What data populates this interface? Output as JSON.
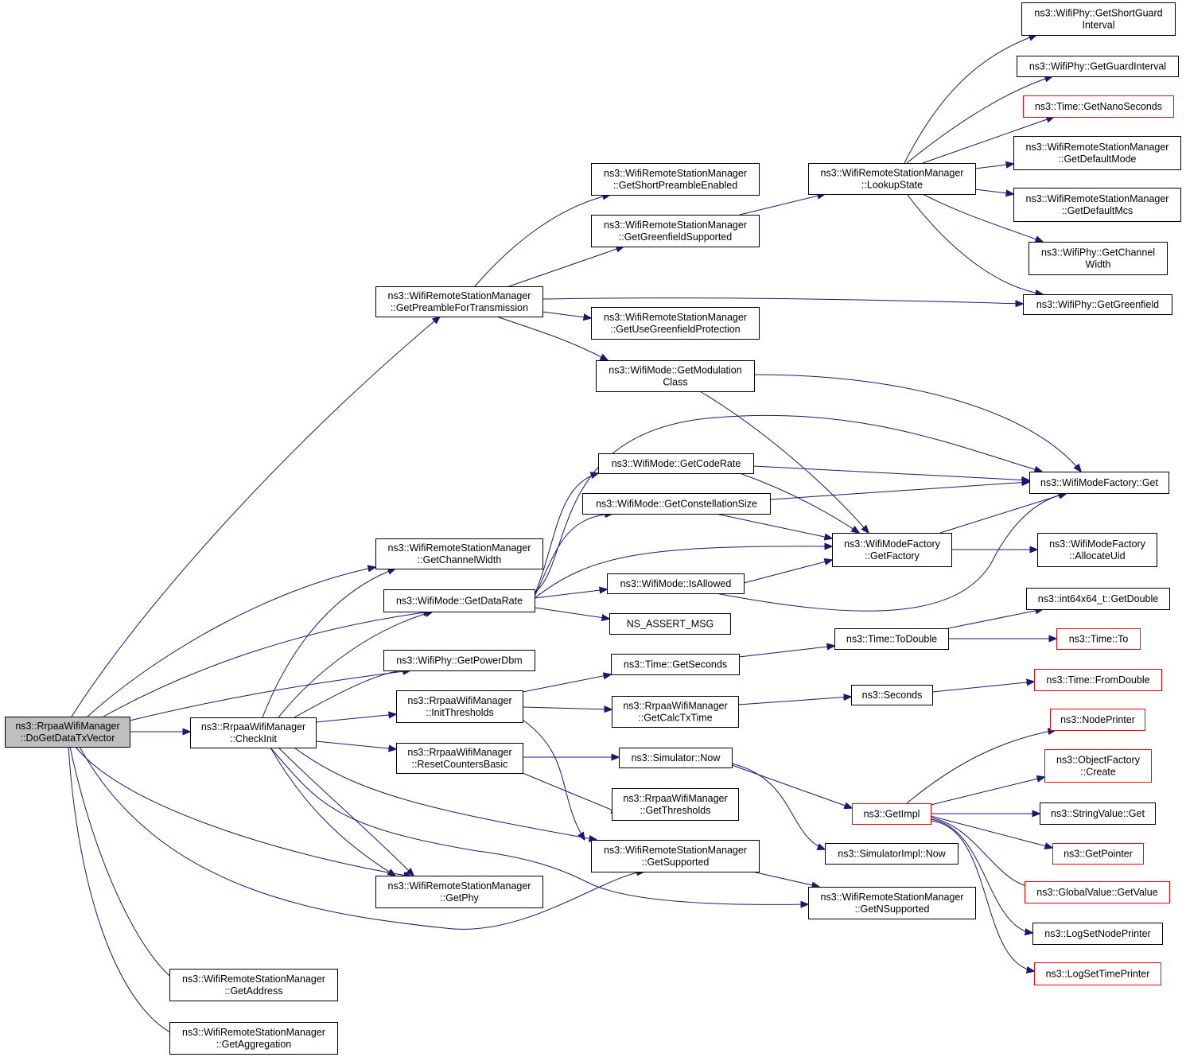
{
  "colors": {
    "edge": "#191970",
    "node_border": "#000000",
    "node_border_truncated": "#ff0000",
    "root_fill": "#bfbfbf",
    "node_fill": "#ffffff"
  },
  "nodes": {
    "root": [
      "ns3::RrpaaWifiManager",
      "::DoGetDataTxVector"
    ],
    "checkInit": [
      "ns3::RrpaaWifiManager",
      "::CheckInit"
    ],
    "getPreamble": [
      "ns3::WifiRemoteStationManager",
      "::GetPreambleForTransmission"
    ],
    "getChannelWidthRSM": [
      "ns3::WifiRemoteStationManager",
      "::GetChannelWidth"
    ],
    "getDataRate": [
      "ns3::WifiMode::GetDataRate"
    ],
    "getPowerDbm": [
      "ns3::WifiPhy::GetPowerDbm"
    ],
    "initThresholds": [
      "ns3::RrpaaWifiManager",
      "::InitThresholds"
    ],
    "resetCounters": [
      "ns3::RrpaaWifiManager",
      "::ResetCountersBasic"
    ],
    "getPhy": [
      "ns3::WifiRemoteStationManager",
      "::GetPhy"
    ],
    "getAddress": [
      "ns3::WifiRemoteStationManager",
      "::GetAddress"
    ],
    "getAggregation": [
      "ns3::WifiRemoteStationManager",
      "::GetAggregation"
    ],
    "getShortPreamble": [
      "ns3::WifiRemoteStationManager",
      "::GetShortPreambleEnabled"
    ],
    "getGreenfieldSupported": [
      "ns3::WifiRemoteStationManager",
      "::GetGreenfieldSupported"
    ],
    "getUseGreenfield": [
      "ns3::WifiRemoteStationManager",
      "::GetUseGreenfieldProtection"
    ],
    "getModulationClass": [
      "ns3::WifiMode::GetModulation",
      "Class"
    ],
    "getCodeRate": [
      "ns3::WifiMode::GetCodeRate"
    ],
    "getConstellation": [
      "ns3::WifiMode::GetConstellationSize"
    ],
    "isAllowed": [
      "ns3::WifiMode::IsAllowed"
    ],
    "nsAssert": [
      "NS_ASSERT_MSG"
    ],
    "getSeconds": [
      "ns3::Time::GetSeconds"
    ],
    "getCalcTxTime": [
      "ns3::RrpaaWifiManager",
      "::GetCalcTxTime"
    ],
    "simNow": [
      "ns3::Simulator::Now"
    ],
    "getThresholds": [
      "ns3::RrpaaWifiManager",
      "::GetThresholds"
    ],
    "getSupported": [
      "ns3::WifiRemoteStationManager",
      "::GetSupported"
    ],
    "lookupState": [
      "ns3::WifiRemoteStationManager",
      "::LookupState"
    ],
    "getFactory": [
      "ns3::WifiModeFactory",
      "::GetFactory"
    ],
    "toDouble": [
      "ns3::Time::ToDouble"
    ],
    "seconds": [
      "ns3::Seconds"
    ],
    "getImpl": [
      "ns3::GetImpl"
    ],
    "simImplNow": [
      "ns3::SimulatorImpl::Now"
    ],
    "getNSupported": [
      "ns3::WifiRemoteStationManager",
      "::GetNSupported"
    ],
    "getShortGuard": [
      "ns3::WifiPhy::GetShortGuard",
      "Interval"
    ],
    "getGuardInterval": [
      "ns3::WifiPhy::GetGuardInterval"
    ],
    "getNanoSeconds": [
      "ns3::Time::GetNanoSeconds"
    ],
    "getDefaultMode": [
      "ns3::WifiRemoteStationManager",
      "::GetDefaultMode"
    ],
    "getDefaultMcs": [
      "ns3::WifiRemoteStationManager",
      "::GetDefaultMcs"
    ],
    "getChannelWidthPhy": [
      "ns3::WifiPhy::GetChannel",
      "Width"
    ],
    "getGreenfield": [
      "ns3::WifiPhy::GetGreenfield"
    ],
    "modeFactoryGet": [
      "ns3::WifiModeFactory::Get"
    ],
    "allocateUid": [
      "ns3::WifiModeFactory",
      "::AllocateUid"
    ],
    "int64GetDouble": [
      "ns3::int64x64_t::GetDouble"
    ],
    "timeTo": [
      "ns3::Time::To"
    ],
    "fromDouble": [
      "ns3::Time::FromDouble"
    ],
    "nodePrinter": [
      "ns3::NodePrinter"
    ],
    "objFactoryCreate": [
      "ns3::ObjectFactory",
      "::Create"
    ],
    "stringValueGet": [
      "ns3::StringValue::Get"
    ],
    "getPointer": [
      "ns3::GetPointer"
    ],
    "globalValueGet": [
      "ns3::GlobalValue::GetValue"
    ],
    "logSetNode": [
      "ns3::LogSetNodePrinter"
    ],
    "logSetTime": [
      "ns3::LogSetTimePrinter"
    ]
  }
}
